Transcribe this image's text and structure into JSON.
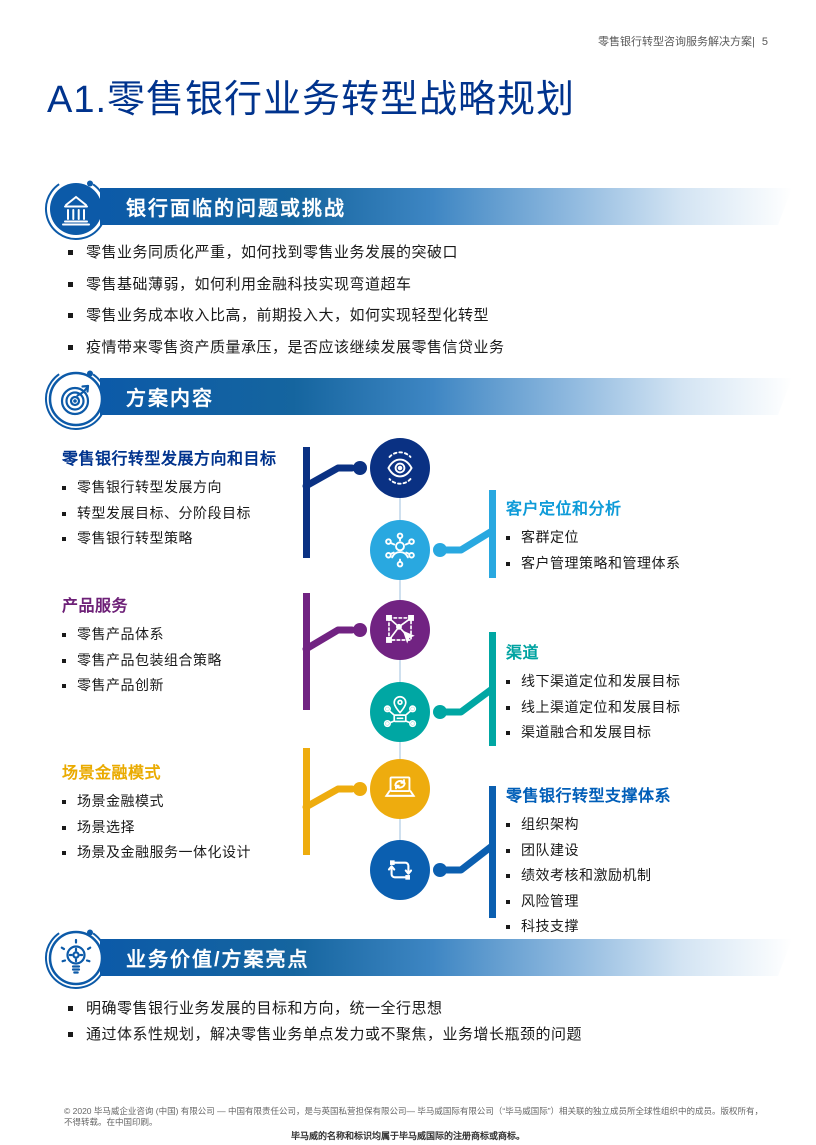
{
  "header": {
    "doc_title": "零售银行转型咨询服务解决方案|",
    "page_number": "5"
  },
  "page_title": "A1.零售银行业务转型战略规划",
  "sections": {
    "challenges": {
      "banner": "银行面临的问题或挑战",
      "icon": "bank-icon",
      "bullets": [
        "零售业务同质化严重，如何找到零售业务发展的突破口",
        "零售基础薄弱，如何利用金融科技实现弯道超车",
        "零售业务成本收入比高，前期投入大，如何实现轻型化转型",
        "疫情带来零售资产质量承压，是否应该继续发展零售信贷业务"
      ]
    },
    "content": {
      "banner": "方案内容",
      "icon": "target-icon"
    },
    "value": {
      "banner": "业务价值/方案亮点",
      "icon": "lightbulb-icon",
      "bullets": [
        "明确零售银行业务发展的目标和方向，统一全行思想",
        "通过体系性规划，解决零售业务单点发力或不聚焦，业务增长瓶颈的问题"
      ]
    }
  },
  "diagram": {
    "left": [
      {
        "title": "零售银行转型发展方向和目标",
        "color": "#00338D",
        "icon": "vision-eye-icon",
        "items": [
          "零售银行转型发展方向",
          "转型发展目标、分阶段目标",
          "零售银行转型策略"
        ]
      },
      {
        "title": "产品服务",
        "color": "#6D2077",
        "icon": "product-design-icon",
        "items": [
          "零售产品体系",
          "零售产品包装组合策略",
          "零售产品创新"
        ]
      },
      {
        "title": "场景金融模式",
        "color": "#EAAB00",
        "icon": "scene-finance-laptop-icon",
        "items": [
          "场景金融模式",
          "场景选择",
          "场景及金融服务一体化设计"
        ]
      }
    ],
    "right": [
      {
        "title": "客户定位和分析",
        "color": "#0E9BD8",
        "icon": "customer-network-icon",
        "items": [
          "客群定位",
          "客户管理策略和管理体系"
        ]
      },
      {
        "title": "渠道",
        "color": "#00A3A1",
        "icon": "channels-location-icon",
        "items": [
          "线下渠道定位和发展目标",
          "线上渠道定位和发展目标",
          "渠道融合和发展目标"
        ]
      },
      {
        "title": "零售银行转型支撑体系",
        "color": "#005EB8",
        "icon": "transform-cycle-icon",
        "items": [
          "组织架构",
          "团队建设",
          "绩效考核和激励机制",
          "风险管理",
          "科技支撑"
        ]
      }
    ]
  },
  "footer": {
    "copyright_line": "© 2020 毕马威企业咨询 (中国) 有限公司 — 中国有限责任公司，是与英国私营担保有限公司— 毕马威国际有限公司（“毕马威国际”）相关联的独立成员所全球性组织中的成员。版权所有，不得转载。在中国印刷。",
    "trademark_line": "毕马威的名称和标识均属于毕马威国际的注册商标或商标。"
  },
  "colors": {
    "brand_blue": "#00338D",
    "banner_blue": "#0C5AA8",
    "light_blue": "#0E9BD8",
    "purple": "#6D2077",
    "teal": "#00A3A1",
    "gold": "#EAAB00",
    "medium_blue": "#005EB8"
  }
}
